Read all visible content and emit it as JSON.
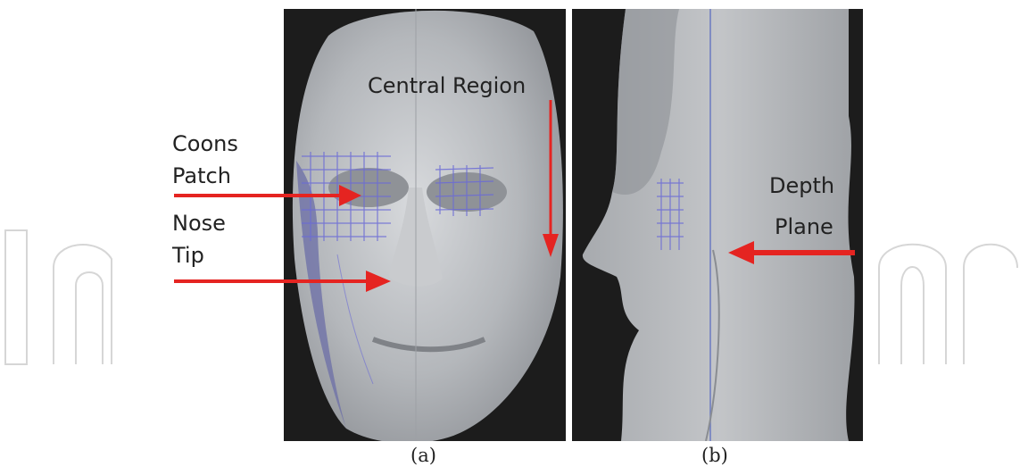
{
  "figure": {
    "panel_a": {
      "caption": "(a)",
      "labels": {
        "central_region": "Central Region",
        "coons": "Coons",
        "patch": "Patch",
        "nose": "Nose",
        "tip": "Tip"
      }
    },
    "panel_b": {
      "caption": "(b)",
      "labels": {
        "depth": "Depth",
        "plane": "Plane"
      }
    }
  },
  "colors": {
    "arrow": "#e52421",
    "mesh": "#6b6bd6",
    "face": "#b9bcc0",
    "background": "#1c1c1c"
  }
}
